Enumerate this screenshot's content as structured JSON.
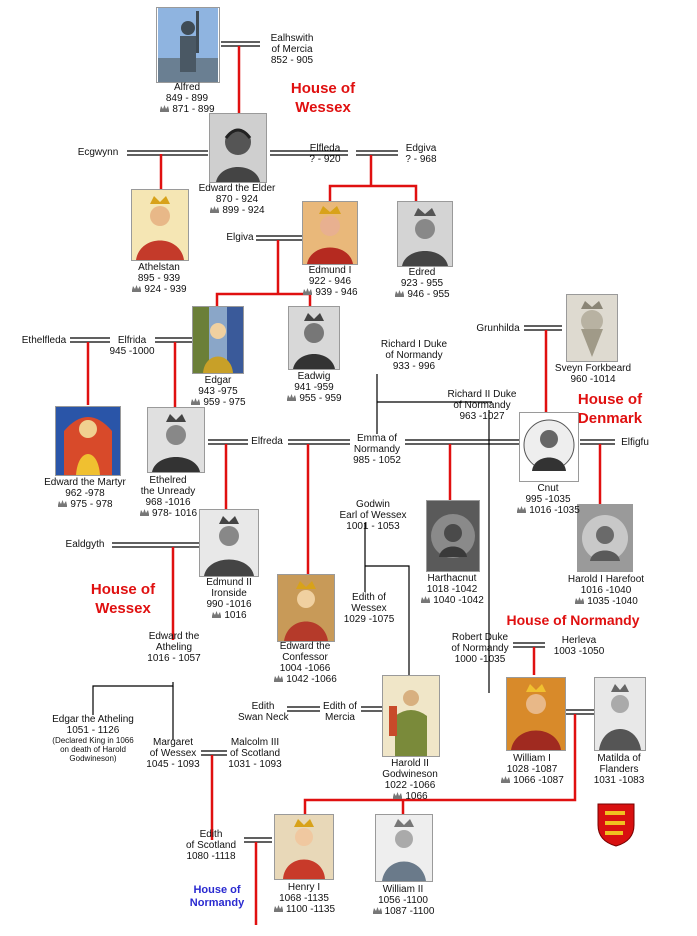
{
  "houses": {
    "wessex_top_1": "House of",
    "wessex_top_2": "Wessex",
    "denmark_1": "House of",
    "denmark_2": "Denmark",
    "wessex_mid_1": "House of",
    "wessex_mid_2": "Wessex",
    "normandy": "House of Normandy",
    "normandy_bottom_1": "House of",
    "normandy_bottom_2": "Normandy"
  },
  "people": {
    "alfred": {
      "name": "Alfred",
      "life": "849 - 899",
      "reign": "871 - 899"
    },
    "ealhswith": {
      "name1": "Ealhswith",
      "name2": "of Mercia",
      "life": "852 - 905"
    },
    "ecgwynn": {
      "name": "Ecgwynn"
    },
    "edward_elder": {
      "name": "Edward the Elder",
      "life": "870 - 924",
      "reign": "899 - 924"
    },
    "elfleda": {
      "name": "Elfleda",
      "life": "? - 920"
    },
    "edgiva": {
      "name": "Edgiva",
      "life": "? - 968"
    },
    "athelstan": {
      "name": "Athelstan",
      "life": "895 - 939",
      "reign": "924 - 939"
    },
    "elgiva": {
      "name": "Elgiva"
    },
    "edmund": {
      "name": "Edmund I",
      "life": "922 - 946",
      "reign": "939 - 946"
    },
    "edred": {
      "name": "Edred",
      "life": "923 - 955",
      "reign": "946 - 955"
    },
    "ethelfleda": {
      "name": "Ethelfleda"
    },
    "elfrida": {
      "name": "Elfrida",
      "life": "945 -1000"
    },
    "edgar": {
      "name": "Edgar",
      "life": "943 -975",
      "reign": "959 - 975"
    },
    "eadwig": {
      "name": "Eadwig",
      "life": "941 -959",
      "reign": "955 - 959"
    },
    "richard1": {
      "name1": "Richard I Duke",
      "name2": "of Normandy",
      "life": "933 - 996"
    },
    "grunhilda": {
      "name": "Grunhilda"
    },
    "sveyn": {
      "name": "Sveyn Forkbeard",
      "life": "960 -1014"
    },
    "richard2": {
      "name1": "Richard II Duke",
      "name2": "of Normandy",
      "life": "963 -1027"
    },
    "edward_martyr": {
      "name": "Edward the Martyr",
      "life": "962 -978",
      "reign": "975 - 978"
    },
    "ethelred": {
      "name1": "Ethelred",
      "name2": "the Unready",
      "life": "968 -1016",
      "reign": "978- 1016"
    },
    "elfreda": {
      "name": "Elfreda"
    },
    "emma": {
      "name1": "Emma  of",
      "name2": "Normandy",
      "life": "985 - 1052"
    },
    "cnut": {
      "name": "Cnut",
      "life": "995 -1035",
      "reign": "1016 -1035"
    },
    "elfigfu": {
      "name": "Elfigfu"
    },
    "godwin": {
      "name1": "Godwin",
      "name2": "Earl of Wessex",
      "life": "1001 - 1053"
    },
    "harthacnut": {
      "name": "Harthacnut",
      "life": "1018 -1042",
      "reign": "1040 -1042"
    },
    "harold1": {
      "name": "Harold I Harefoot",
      "life": "1016 -1040",
      "reign": "1035 -1040"
    },
    "ealdgyth": {
      "name": "Ealdgyth"
    },
    "edmund2": {
      "name1": "Edmund II",
      "name2": "Ironside",
      "life": "990 -1016",
      "reign": "1016"
    },
    "edith_wessex": {
      "name1": "Edith  of",
      "name2": "Wessex",
      "life": "1029 -1075"
    },
    "edward_atheling": {
      "name1": "Edward the",
      "name2": "Atheling",
      "life": "1016 - 1057"
    },
    "edward_confessor": {
      "name1": "Edward the",
      "name2": "Confessor",
      "life": "1004 -1066",
      "reign": "1042 -1066"
    },
    "robert": {
      "name1": "Robert Duke",
      "name2": "of Normandy",
      "life": "1000 -1035"
    },
    "herleva": {
      "name": "Herleva",
      "life": "1003 -1050"
    },
    "edgar_atheling": {
      "name": "Edgar the Atheling",
      "life": "1051 - 1126",
      "note1": "(Declared King in 1066",
      "note2": "on  death  of  Harold",
      "note3": "Godwineson)"
    },
    "edith_swan": {
      "name1": "Edith",
      "name2": "Swan Neck"
    },
    "edith_mercia": {
      "name1": "Edith of",
      "name2": "Mercia"
    },
    "harold2": {
      "name1": "Harold II",
      "name2": "Godwineson",
      "life": "1022 -1066",
      "reign": "1066"
    },
    "william1": {
      "name": "William I",
      "life": "1028 -1087",
      "reign": "1066 -1087"
    },
    "matilda": {
      "name1": "Matilda of",
      "name2": "Flanders",
      "life": "1031 -1083"
    },
    "margaret": {
      "name1": "Margaret",
      "name2": "of Wessex",
      "life": "1045 - 1093"
    },
    "malcolm": {
      "name1": "Malcolm III",
      "name2": "of Scotland",
      "life": "1031 - 1093"
    },
    "edith_scotland": {
      "name1": "Edith",
      "name2": "of Scotland",
      "life": "1080 -1118"
    },
    "henry1": {
      "name": "Henry I",
      "life": "1068 -1135",
      "reign": "1100 -1135"
    },
    "william2": {
      "name": "William II",
      "life": "1056 -1100",
      "reign": "1087 -1100"
    }
  },
  "colors": {
    "line_red": "#e01010",
    "line_black": "#000000",
    "house_red": "#e01010",
    "house_blue": "#2a2ad0"
  }
}
